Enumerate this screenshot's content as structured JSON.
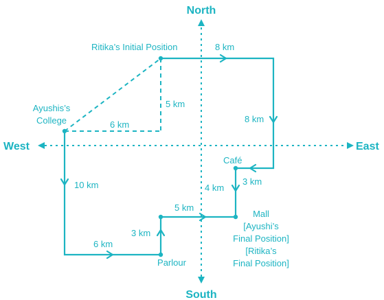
{
  "colors": {
    "line": "#1cb4c2",
    "text_dark": "#1a1a1a"
  },
  "directions": {
    "north": "North",
    "south": "South",
    "east": "East",
    "west": "West"
  },
  "labels": {
    "ritika_initial": "Ritika’s Initial Position",
    "ayushi_college_line1": "Ayushis’s",
    "ayushi_college_line2": "College",
    "cafe": "Café",
    "parlour": "Parlour",
    "mall": "Mall",
    "ayushi_final_line1": "[Ayushi’s",
    "ayushi_final_line2": "Final Position]",
    "ritika_final_line1": "[Ritika’s",
    "ritika_final_line2": "Final Position]"
  },
  "distances": {
    "top_east": "8 km",
    "right_south": "8 km",
    "cafe_west": "3 km",
    "cafe_south": "4 km",
    "vertical_dashed": "5 km",
    "horizontal_dashed": "6 km",
    "college_south": "10 km",
    "bottom_east": "6 km",
    "parlour_north": "3 km",
    "to_mall_east": "5 km"
  }
}
